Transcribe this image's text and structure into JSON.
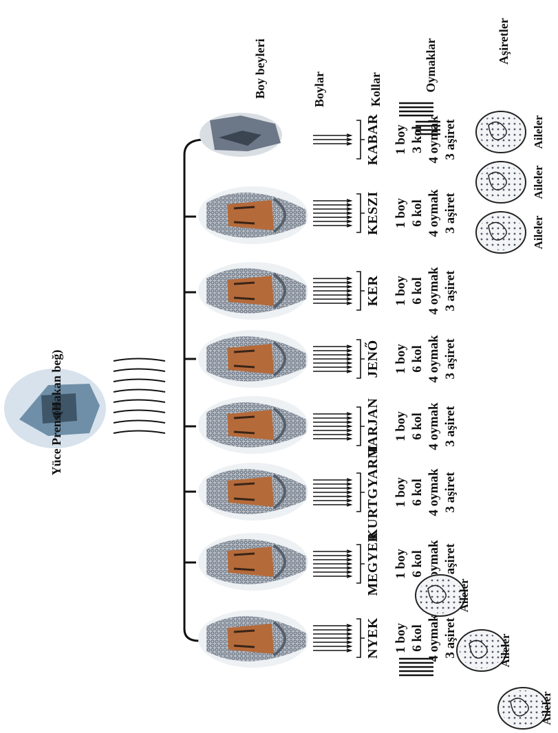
{
  "diagram": {
    "leader": {
      "title": "Yüce Prens(Hakan beğ)",
      "icon": "leader-helmet-figure"
    },
    "legend": {
      "chiefs": "Boy beyleri",
      "tribes_label": "Boylar",
      "branches_label": "Kollar",
      "clans_label": "Oymaklar",
      "asirets_label": "Aşiretler"
    },
    "tribes": [
      {
        "name": "KABAR",
        "boy": "1 boy",
        "kol": "3 kol",
        "oymak": "4 oymak",
        "asiret": "3 aşiret"
      },
      {
        "name": "KESZI",
        "boy": "1 boy",
        "kol": "6 kol",
        "oymak": "4 oymak",
        "asiret": "3 aşiret"
      },
      {
        "name": "KER",
        "boy": "1 boy",
        "kol": "6 kol",
        "oymak": "4 oymak",
        "asiret": "3 aşiret"
      },
      {
        "name": "JENŐ",
        "boy": "1 boy",
        "kol": "6 kol",
        "oymak": "4 oymak",
        "asiret": "3 aşiret"
      },
      {
        "name": "TARJAN",
        "boy": "1 boy",
        "kol": "6 kol",
        "oymak": "4 oymak",
        "asiret": "3 aşiret"
      },
      {
        "name": "KURTGYARM",
        "boy": "1 boy",
        "kol": "6 kol",
        "oymak": "4 oymak",
        "asiret": "3 aşiret"
      },
      {
        "name": "MEGYER",
        "boy": "1 boy",
        "kol": "6 kol",
        "oymak": "4 oymak",
        "asiret": "3 aşiret"
      },
      {
        "name": "NYEK",
        "boy": "1 boy",
        "kol": "6 kol",
        "oymak": "4 oymak",
        "asiret": "3 aşiret"
      }
    ],
    "families_top": [
      "Aileler",
      "Aileler",
      "Aileler"
    ],
    "families_bottom": [
      "Aileler",
      "Aileler",
      "Aileler"
    ],
    "icons": {
      "chief_helmet": "warrior-helmet-icon",
      "first_chief": "horseman-icon",
      "arrows": "arrow-bundle-icon",
      "family": "family-circle-icon"
    },
    "colors": {
      "mail": "#9aa4b0",
      "face": "#b56a3a",
      "steel": "#7d8fa5",
      "ink": "#111111"
    }
  }
}
